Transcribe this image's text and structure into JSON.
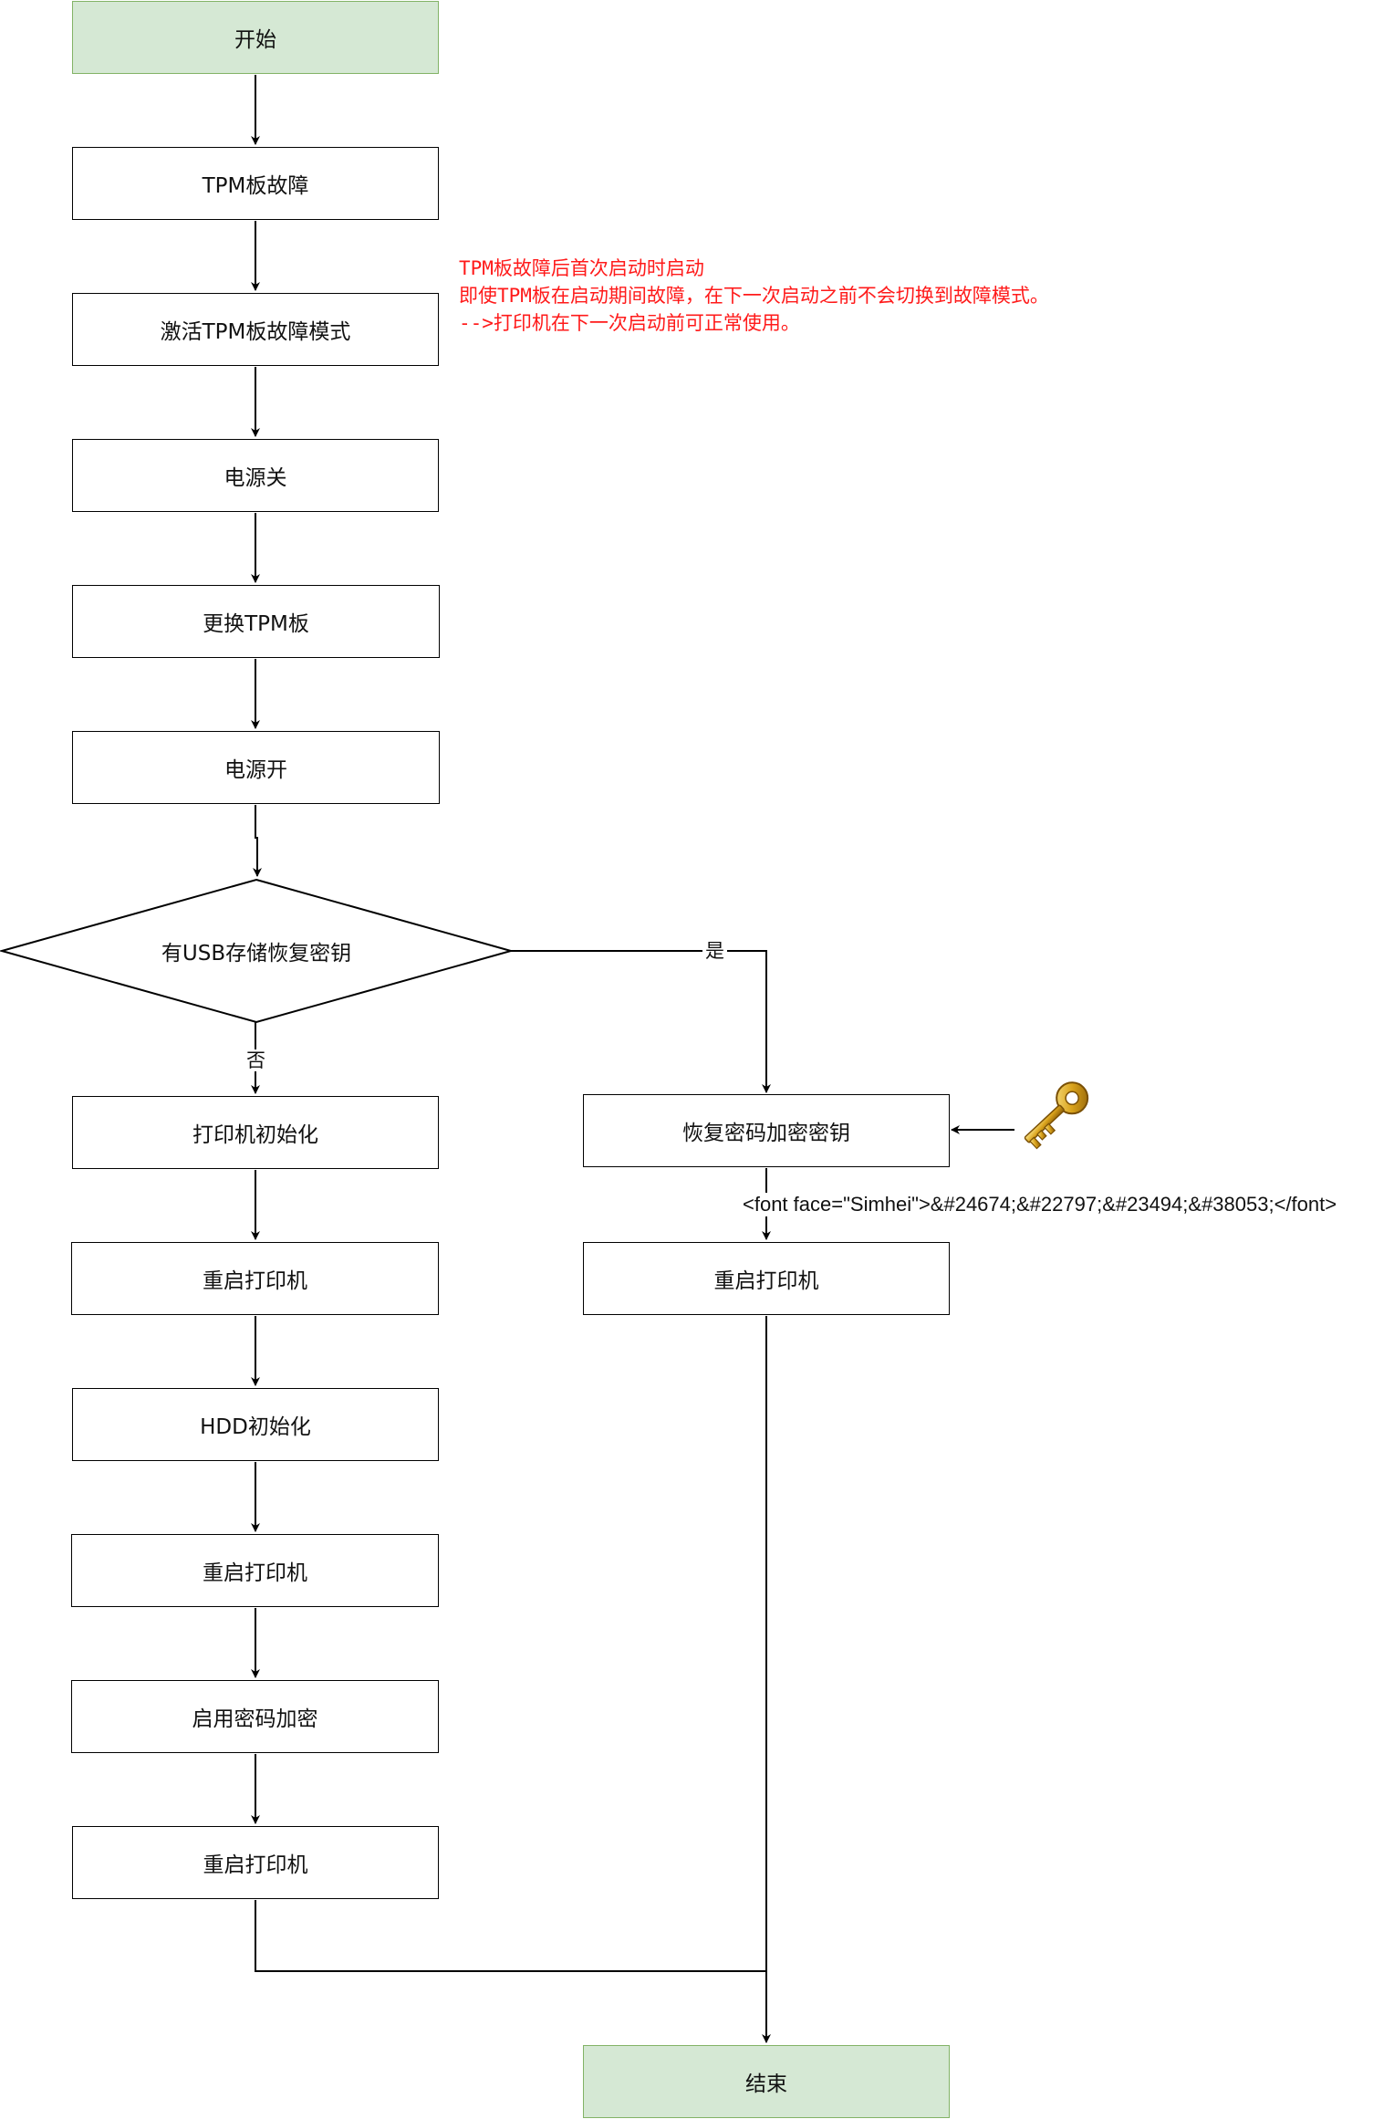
{
  "flowchart": {
    "start": "开始",
    "steps_left": [
      "TPM板故障",
      "激活TPM板故障模式",
      "电源关",
      "更换TPM板",
      "电源开"
    ],
    "decision": "有USB存储恢复密钥",
    "yes_label": "是",
    "no_label": "否",
    "no_branch": [
      "打印机初始化",
      "重启打印机",
      "HDD初始化",
      "重启打印机",
      "启用密码加密",
      "重启打印机"
    ],
    "yes_branch": [
      "恢复密码加密密钥",
      "重启打印机"
    ],
    "yes_edge_text": "<font face=\"Simhei\">&#24674;&#22797;&#23494;&#38053;</font>",
    "end": "结束",
    "note_lines": [
      "TPM板故障后首次启动时启动",
      "即使TPM板在启动期间故障，在下一次启动之前不会切换到故障模式。",
      "-->打印机在下一次启动前可正常使用。"
    ],
    "key_icon": "key-icon"
  },
  "colors": {
    "terminal_fill": "#d5e8d4",
    "terminal_stroke": "#82b366",
    "note": "#ff1a1a",
    "key_gold": "#d9a21b"
  }
}
